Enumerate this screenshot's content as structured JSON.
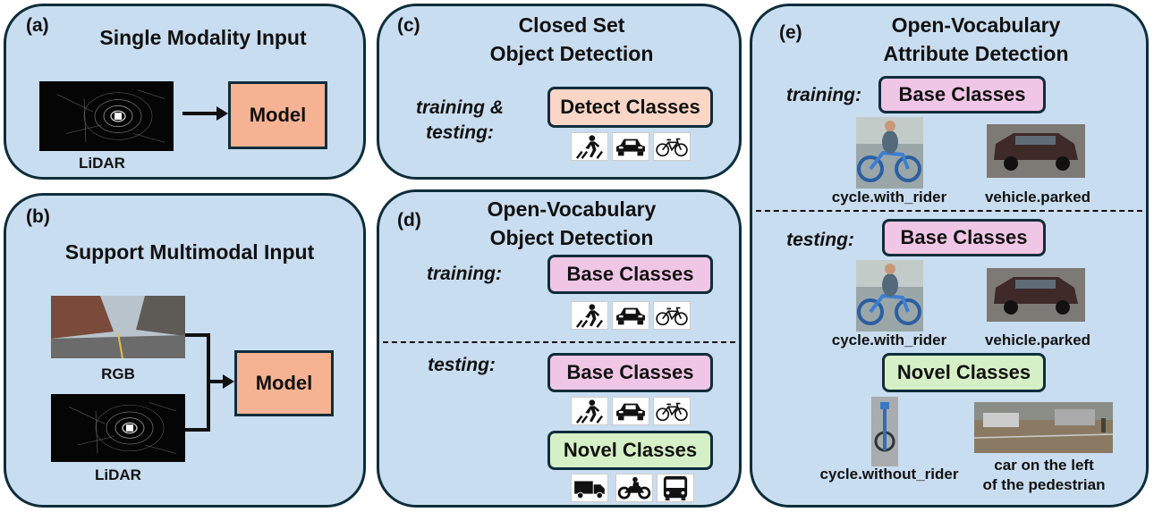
{
  "panels": {
    "a": {
      "tag": "(a)",
      "title": "Single Modality Input",
      "input_label": "LiDAR",
      "model_label": "Model"
    },
    "b": {
      "tag": "(b)",
      "title": "Support Multimodal Input",
      "rgb_label": "RGB",
      "lidar_label": "LiDAR",
      "model_label": "Model"
    },
    "c": {
      "tag": "(c)",
      "title_line1": "Closed Set",
      "title_line2": "Object Detection",
      "phase_line1": "training &",
      "phase_line2": "testing:",
      "class_box": "Detect Classes"
    },
    "d": {
      "tag": "(d)",
      "title_line1": "Open-Vocabulary",
      "title_line2": "Object Detection",
      "training_label": "training:",
      "testing_label": "testing:",
      "base_box": "Base Classes",
      "novel_box": "Novel Classes"
    },
    "e": {
      "tag": "(e)",
      "title_line1": "Open-Vocabulary",
      "title_line2": "Attribute Detection",
      "training_label": "training:",
      "testing_label": "testing:",
      "base_box": "Base Classes",
      "novel_box": "Novel Classes",
      "train_caption1": "cycle.with_rider",
      "train_caption2": "vehicle.parked",
      "test_caption1": "cycle.with_rider",
      "test_caption2": "vehicle.parked",
      "novel_caption1": "cycle.without_rider",
      "novel_caption2_line1": "car on the left",
      "novel_caption2_line2": "of the pedestrian"
    }
  },
  "icons": {
    "base": [
      "pedestrian-icon",
      "car-icon",
      "bicycle-icon"
    ],
    "novel": [
      "truck-icon",
      "motorcycle-icon",
      "bus-icon"
    ]
  },
  "colors": {
    "panel_bg": "#c9ddf0",
    "border": "#0e2d3a",
    "model": "#f6b394",
    "detect": "#fbd6c6",
    "base": "#f0c6e6",
    "novel": "#d5f0c6"
  }
}
